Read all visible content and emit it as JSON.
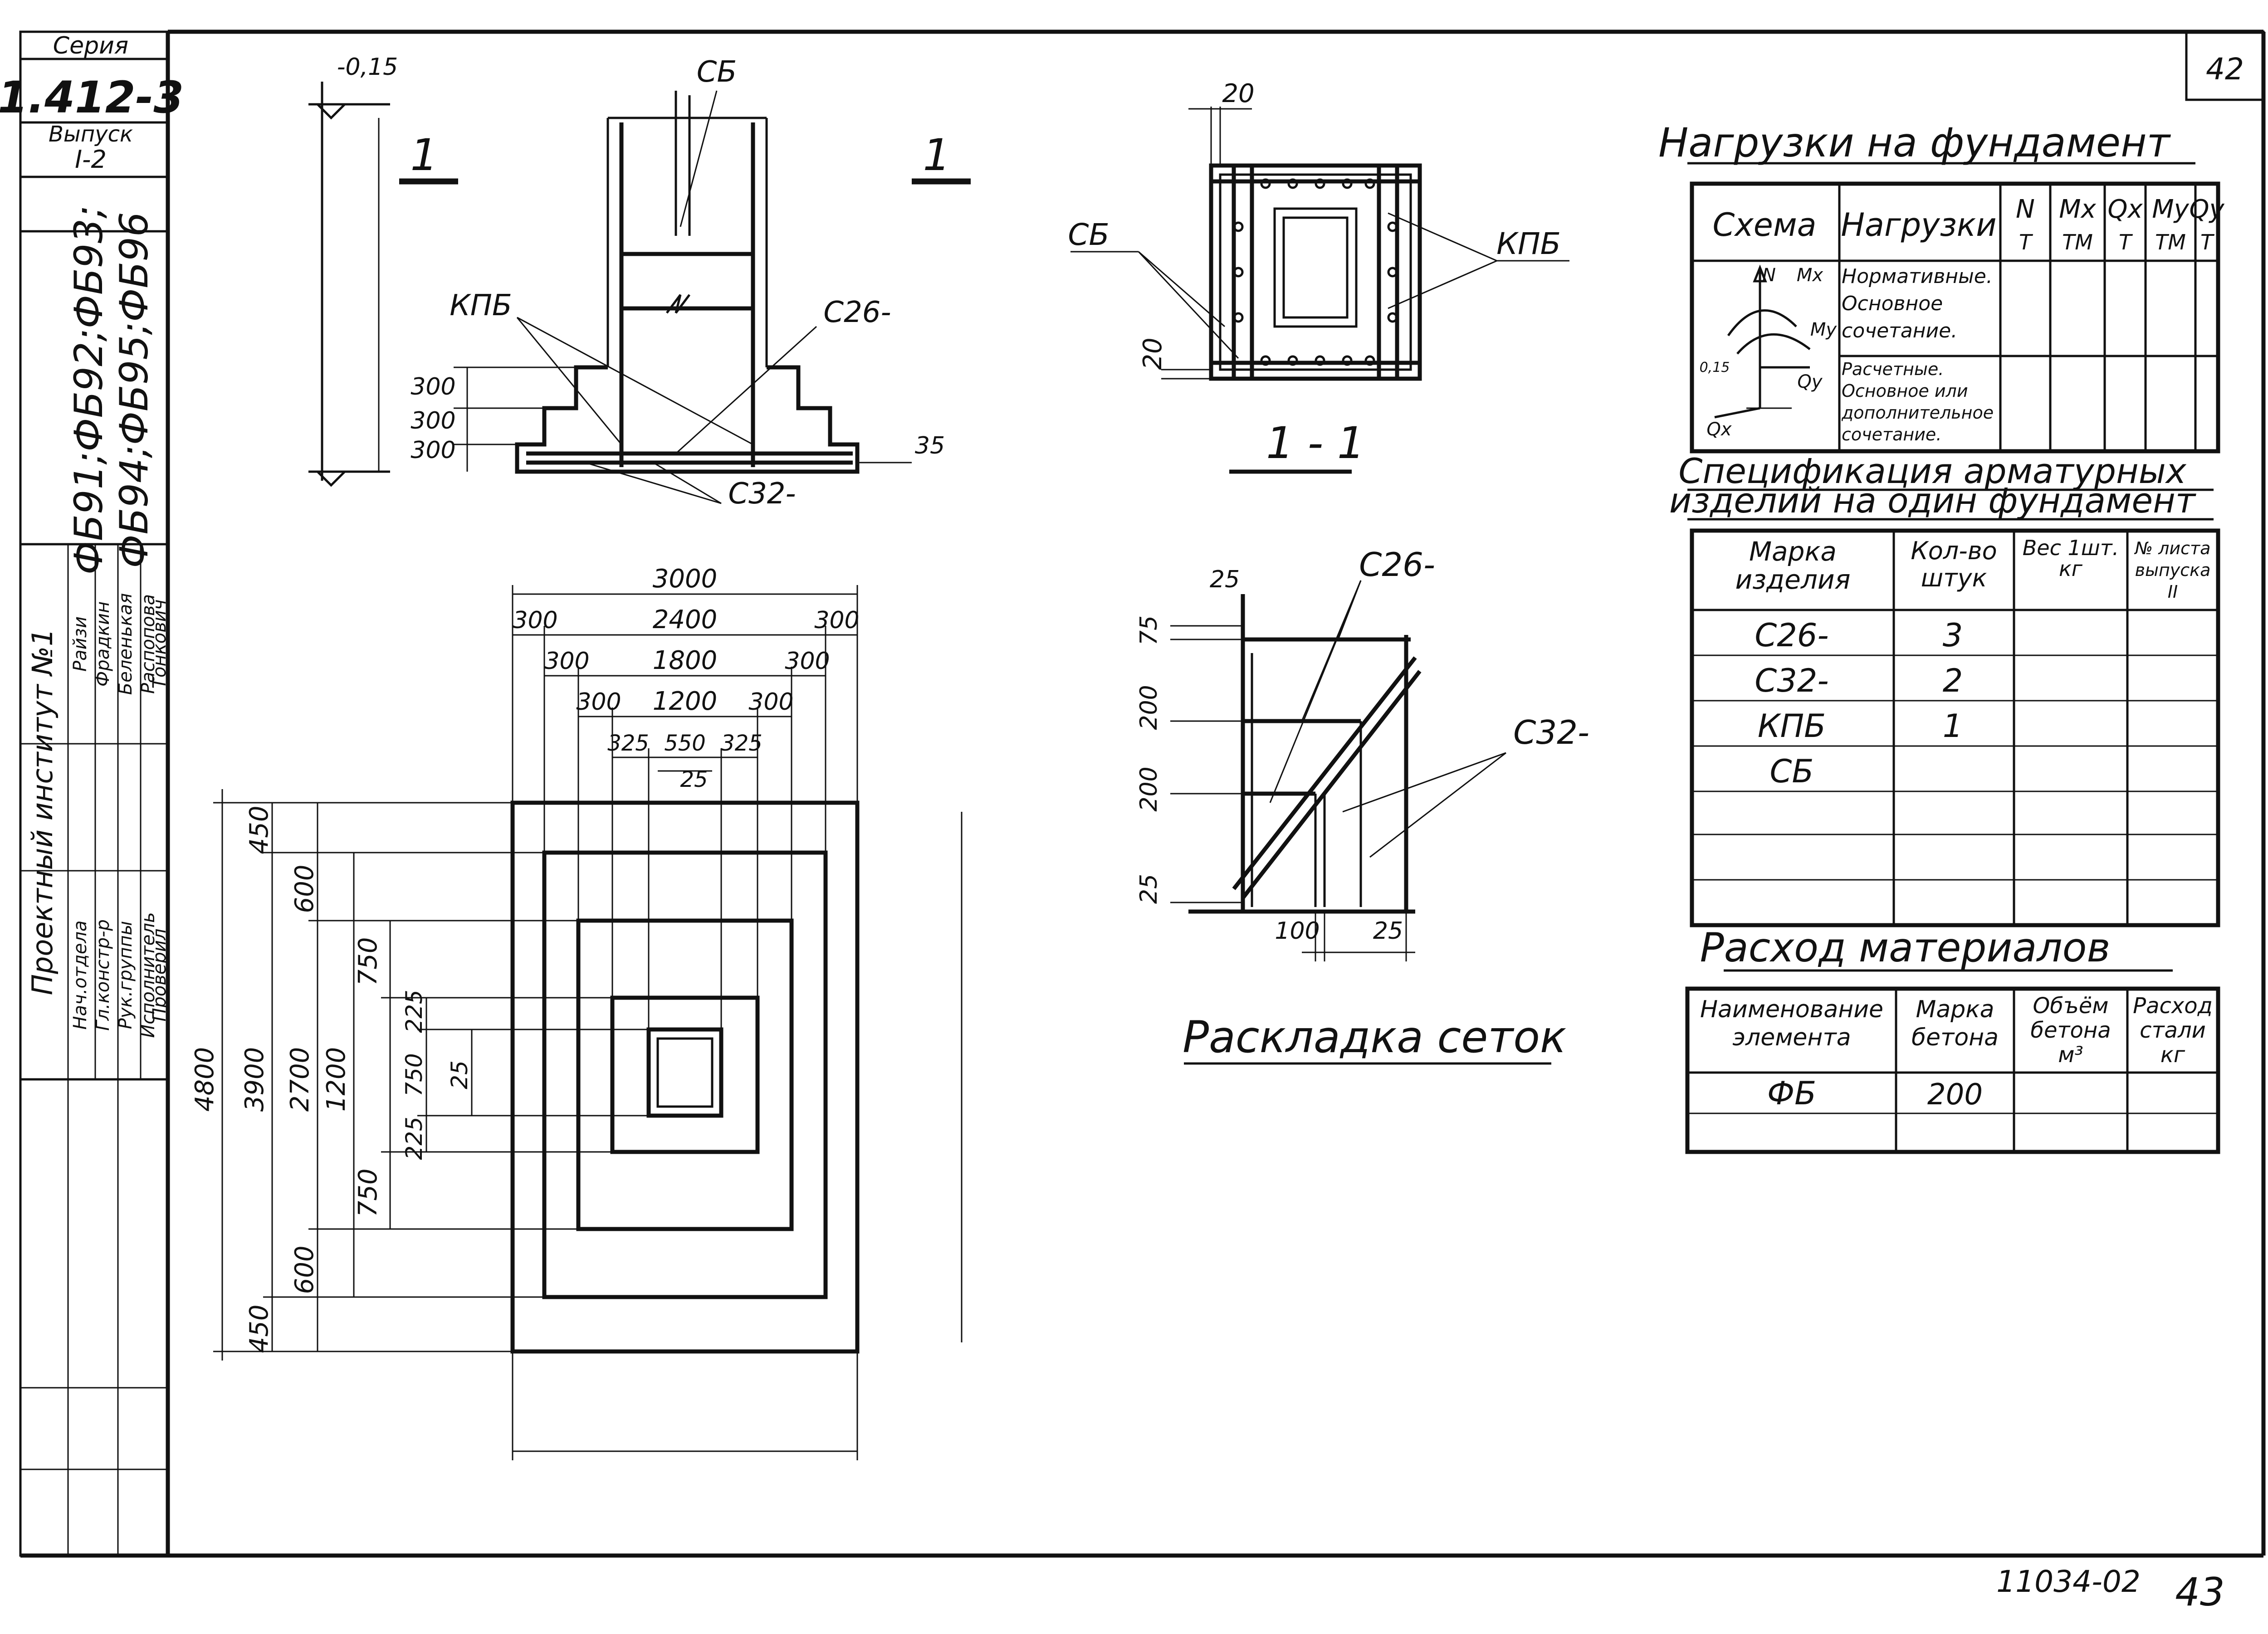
{
  "title_block": {
    "series_label": "Серия",
    "series_number": "1.412-3",
    "issue_label": "Выпуск",
    "issue_number": "I-2",
    "marks_line1": "ФБ91;ФБ92;ФБ93;",
    "marks_line2": "ФБ94;ФБ95;ФБ96",
    "institute": "Проектный институт №1",
    "roles": [
      {
        "role": "Нач.отдела",
        "name": "Райзи"
      },
      {
        "role": "Гл.констр-р",
        "name": "Фрадкин"
      },
      {
        "role": "Рук.группы",
        "name": "Беленькая"
      },
      {
        "role": "Исполнитель",
        "name": "Распопова"
      },
      {
        "role": "Проверил",
        "name": "Тонкович"
      }
    ]
  },
  "sheet_number": "42",
  "footer": {
    "archive_number": "11034-02",
    "page_number": "43"
  },
  "section_view": {
    "top_level": "-0,15",
    "section_mark": "1",
    "labels": {
      "sb": "СБ",
      "kpb": "КПБ",
      "c26": "С26-",
      "c32": "С32-"
    },
    "step_dims": [
      "300",
      "300",
      "300"
    ],
    "cover_dim": "35"
  },
  "plan_view": {
    "top_dims": {
      "d3000": "3000",
      "row2": [
        "300",
        "2400",
        "300"
      ],
      "row3": [
        "300",
        "1800",
        "300"
      ],
      "row4": [
        "300",
        "1200",
        "300"
      ],
      "row5": [
        "325",
        "550",
        "325"
      ],
      "d25": "25"
    },
    "left_dims": {
      "total": "4800",
      "d3900": "3900",
      "d2700": "2700",
      "d1200": "1200",
      "col_outer": [
        "450",
        "450"
      ],
      "col_600": [
        "600",
        "600"
      ],
      "col_750": [
        "750",
        "750"
      ],
      "col_inner": [
        "225",
        "750",
        "225"
      ],
      "d25": "25"
    }
  },
  "section_1_1": {
    "title": "1 - 1",
    "dims": [
      "20",
      "20"
    ],
    "labels": {
      "sb": "СБ",
      "kpb": "КПБ"
    }
  },
  "mesh_layout": {
    "title": "Раскладка сеток",
    "labels": {
      "c26": "С26-",
      "c32": "С32-"
    },
    "dims": [
      "25",
      "75",
      "200",
      "200",
      "25",
      "100",
      "25"
    ]
  },
  "loads_table": {
    "title": "Нагрузки на фундамент",
    "headers": [
      "Схема",
      "Нагрузки",
      "N",
      "Mx",
      "Qx",
      "My",
      "Qy"
    ],
    "units": [
      "",
      "",
      "Т",
      "ТМ",
      "Т",
      "ТМ",
      "Т"
    ],
    "rows": [
      {
        "label": "Нормативные. Основное сочетание."
      },
      {
        "label": "Расчетные. Основное или дополнительное сочетание."
      }
    ],
    "scheme_labels": [
      "N",
      "Mx",
      "My",
      "Qy",
      "Qx",
      "0,15"
    ]
  },
  "spec_table": {
    "title_line1": "Спецификация арматурных",
    "title_line2": "изделий на один фундамент",
    "headers": [
      "Марка изделия",
      "Кол-во штук",
      "Вес 1шт. кг",
      "№ листа выпуска II"
    ],
    "rows": [
      {
        "mark": "С26-",
        "qty": "3"
      },
      {
        "mark": "С32-",
        "qty": "2"
      },
      {
        "mark": "КПБ",
        "qty": "1"
      },
      {
        "mark": "СБ",
        "qty": ""
      }
    ]
  },
  "materials_table": {
    "title": "Расход материалов",
    "headers": [
      "Наименование элемента",
      "Марка бетона",
      "Объём бетона м³",
      "Расход стали кг"
    ],
    "rows": [
      {
        "element": "ФБ",
        "grade": "200",
        "volume": "",
        "steel": ""
      }
    ]
  }
}
